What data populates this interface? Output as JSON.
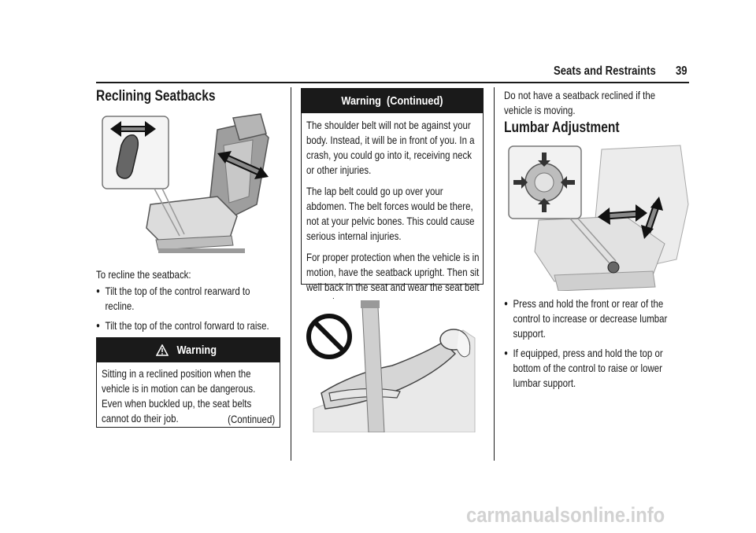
{
  "header": {
    "section": "Seats and Restraints",
    "page": "39"
  },
  "col1": {
    "heading": "Reclining Seatbacks",
    "intro": "To recline the seatback:",
    "bullets": [
      "Tilt the top of the control rearward to recline.",
      "Tilt the top of the control forward to raise."
    ],
    "warning": {
      "title": "Warning",
      "icon": "warning-triangle-icon",
      "text": "Sitting in a reclined position when the vehicle is in motion can be dangerous. Even when buckled up, the seat belts cannot do their job.",
      "continued": "(Continued)"
    }
  },
  "col2": {
    "warning": {
      "title": "Warning  (Continued)",
      "paragraphs": [
        "The shoulder belt will not be against your body. Instead, it will be in front of you. In a crash, you could go into it, receiving neck or other injuries.",
        "The lap belt could go up over your abdomen. The belt forces would be there, not at your pelvic bones. This could cause serious internal injuries.",
        "For proper protection when the vehicle is in motion, have the seatback upright. Then sit well back in the seat and wear the seat belt properly."
      ]
    }
  },
  "col3": {
    "intro": "Do not have a seatback reclined if the vehicle is moving.",
    "heading": "Lumbar Adjustment",
    "bullets": [
      "Press and hold the front or rear of the control to increase or decrease lumbar support.",
      "If equipped, press and hold the top or bottom of the control to raise or lower lumbar support."
    ]
  },
  "footer": {
    "watermark": "carmanualsonline.info"
  }
}
